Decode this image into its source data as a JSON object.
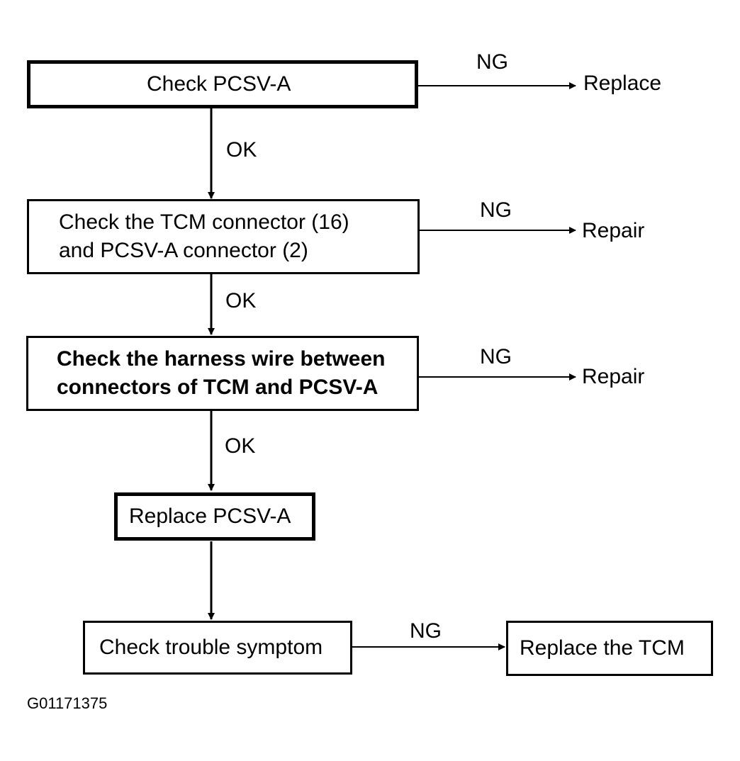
{
  "steps": [
    {
      "lines": [
        "Check PCSV-A"
      ]
    },
    {
      "lines": [
        "Check the TCM connector (16)",
        "and PCSV-A connector (2)"
      ]
    },
    {
      "lines": [
        "Check the harness wire between",
        "connectors of TCM and PCSV-A"
      ]
    },
    {
      "lines": [
        "Replace PCSV-A"
      ]
    },
    {
      "lines": [
        "Check trouble symptom"
      ]
    },
    {
      "lines": [
        "Replace the TCM"
      ]
    }
  ],
  "branch_labels": {
    "ok_1": "OK",
    "ok_2": "OK",
    "ok_3": "OK",
    "ng_1": "NG",
    "ng_2": "NG",
    "ng_3": "NG",
    "ng_4": "NG"
  },
  "outcomes": {
    "outcome_1": "Replace",
    "outcome_2": "Repair",
    "outcome_3": "Repair"
  },
  "figure_id": "G01171375"
}
